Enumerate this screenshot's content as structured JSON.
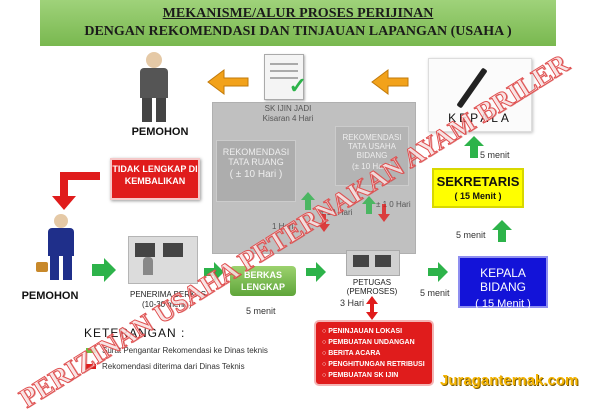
{
  "title": {
    "line1": "MEKANISME/ALUR PROSES PERIJINAN",
    "line2": "DENGAN REKOMENDASI DAN TINJAUAN LAPANGAN (USAHA )"
  },
  "nodes": {
    "pemohon_top": "PEMOHON",
    "pemohon_bottom": "PEMOHON",
    "tidak_lengkap": "TIDAK LENGKAP DI KEMBALIKAN",
    "penerima_berkas": "PENERIMA BERKAS",
    "penerima_time": "(10-30 menit )",
    "berkas_lengkap": "BERKAS LENGKAP",
    "petugas": "PETUGAS (PEMROSES)",
    "kepala": "KEPALA",
    "sekretaris_title": "SEKRETARIS",
    "sekretaris_time": "( 15 Menit )",
    "kepala_bidang_title": "KEPALA BIDANG",
    "kepala_bidang_time": "( 15 Menit )",
    "sk_ijin": "SK IJIN JADI",
    "sk_ijin_time": "Kisaran 4 Hari",
    "rekom_tata_ruang": "REKOMENDASI TATA RUANG",
    "rekom_tata_ruang_time": "( ± 10 Hari )",
    "rekom_teknis": "REKOMENDASI TATA USAHA BIDANG",
    "rekom_teknis_time": "(± 10 Hari )"
  },
  "times": {
    "t_kepala": "5 menit",
    "t_sekretaris": "5 menit",
    "t_berkas": "5 menit",
    "t_petugas": "5 menit",
    "t_3hari": "3 Hari",
    "t_1hari": "1 Hari",
    "t_10hari_a": "± 10 Hari",
    "t_10hari_b": "± 1 0 Hari"
  },
  "steps": [
    "PENINJAUAN LOKASI",
    "PEMBUATAN UNDANGAN",
    "BERITA ACARA",
    "PENGHITUNGAN RETRIBUSI",
    "PEMBUATAN SK IJIN"
  ],
  "legend": {
    "title": "KETERANGAN :",
    "items": [
      {
        "text": "Surat Pengantar Rekomendasi ke Dinas teknis",
        "color": "#6fbf3f"
      },
      {
        "text": "Rekomendasi diterima dari Dinas Teknis",
        "color": "#e01c1c"
      }
    ]
  },
  "watermark": {
    "main": "PERIZINAN USAHA PETERNAKAN AYAM BRILER",
    "site": "Juraganternak.com"
  },
  "colors": {
    "title_bg": "#8cc660",
    "arrow_green": "#2db34a",
    "arrow_orange": "#f2a21b",
    "arrow_red": "#e01c1c",
    "red_box": "#e01c1c",
    "yellow_box": "#ffff00",
    "blue_box": "#1313d8",
    "site_text": "#f5b400"
  }
}
